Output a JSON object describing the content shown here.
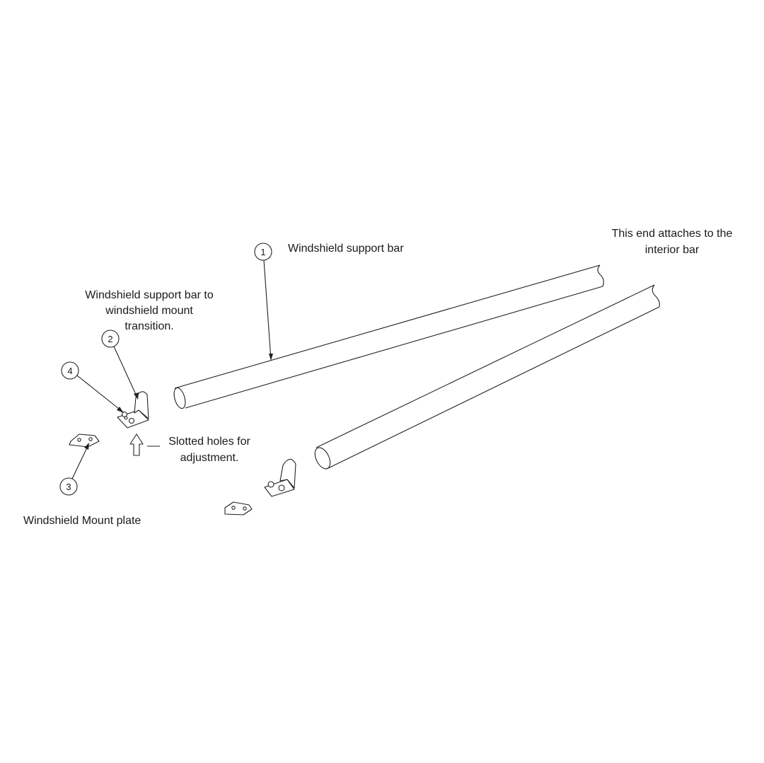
{
  "callouts": [
    {
      "number": "1",
      "label": [
        "Windshield support bar"
      ]
    },
    {
      "number": "2",
      "label": [
        "Windshield support bar to",
        "windshield mount",
        "transition."
      ]
    },
    {
      "number": "3",
      "label": [
        "Windshield Mount plate"
      ]
    },
    {
      "number": "4",
      "label": []
    }
  ],
  "notes": {
    "end_note": [
      "This end attaches to the",
      "interior bar"
    ],
    "slotted_note": [
      "Slotted holes for",
      "adjustment."
    ]
  }
}
